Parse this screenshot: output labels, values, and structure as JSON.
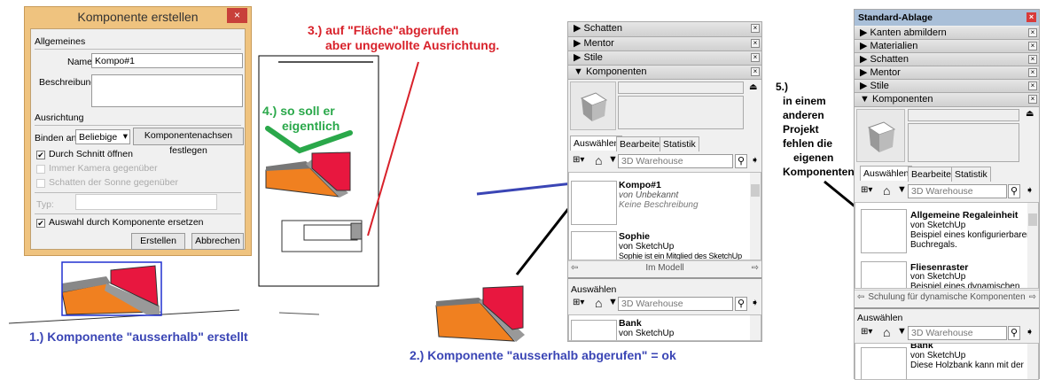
{
  "dialog": {
    "title": "Komponente erstellen",
    "close": "×",
    "general": "Allgemeines",
    "name_label": "Name:",
    "name_value": "Kompo#1",
    "desc_label": "Beschreibung:",
    "desc_value": "",
    "orientation": "Ausrichtung",
    "bind_label": "Binden an:",
    "bind_value": "Beliebige",
    "axes_button": "Komponentenachsen festlegen",
    "cut_open": "Durch Schnitt öffnen",
    "always_camera": "Immer Kamera gegenüber",
    "shadows_sun": "Schatten der Sonne gegenüber",
    "type_label": "Typ:",
    "replace_selection": "Auswahl durch Komponente ersetzen",
    "create": "Erstellen",
    "cancel": "Abbrechen",
    "check": "✔"
  },
  "annotations": {
    "a1": "1.) Komponente \"ausserhalb\" erstellt",
    "a2": "2.) Komponente  \"ausserhalb abgerufen\" = ok",
    "a3_line1": "3.) auf  \"Fläche\"abgerufen",
    "a3_line2": "aber  ungewollte Ausrichtung.",
    "a4_line1": "4.) so soll er",
    "a4_line2": "eigentlich",
    "a5": [
      "5.)",
      "in einem",
      "anderen",
      "Projekt",
      "fehlen die",
      "eigenen",
      "Komponenten"
    ]
  },
  "colors": {
    "blue": "#3a45b5",
    "red": "#d8212a",
    "green": "#2aa84a"
  },
  "panel_mid": {
    "rows": [
      "Schatten",
      "Mentor",
      "Stile",
      "Komponenten"
    ],
    "tabs": [
      "Auswählen",
      "Bearbeiten",
      "Statistik"
    ],
    "search": "3D Warehouse",
    "items": [
      {
        "name": "Kompo#1",
        "by": "von Unbekannt",
        "desc": "Keine Beschreibung"
      },
      {
        "name": "Sophie",
        "by": "von SketchUp",
        "desc": "Sophie ist ein Mitglied des SketchUp"
      }
    ],
    "nav": "Im Modell",
    "second_header": "Auswählen",
    "second_search": "3D Warehouse",
    "second_items": [
      {
        "name": "Bank",
        "by": "von SketchUp"
      }
    ]
  },
  "panel_right": {
    "title": "Standard-Ablage",
    "rows": [
      "Kanten abmildern",
      "Materialien",
      "Schatten",
      "Mentor",
      "Stile",
      "Komponenten"
    ],
    "tabs": [
      "Auswählen",
      "Bearbeiten",
      "Statistik"
    ],
    "search": "3D Warehouse",
    "items": [
      {
        "name": "Allgemeine Regaleinheit",
        "by": "von SketchUp",
        "desc": "Beispiel eines konfigurierbaren",
        "desc2": "Buchregals."
      },
      {
        "name": "Fliesenraster",
        "by": "von SketchUp",
        "desc": "Beispiel eines dynamischen"
      }
    ],
    "nav": "Schulung für dynamische Komponenten",
    "second_header": "Auswählen",
    "second_search": "3D Warehouse",
    "second_items": [
      {
        "name": "Bank",
        "by": "von SketchUp",
        "desc": "Diese Holzbank kann mit der"
      }
    ]
  },
  "icons": {
    "expand": "▶",
    "collapse": "▼",
    "close": "×",
    "home": "⌂",
    "dropdown": "▾",
    "search": "⚲",
    "go": "➧",
    "left": "⇦",
    "right": "⇨",
    "up": "˄",
    "down": "˅"
  }
}
